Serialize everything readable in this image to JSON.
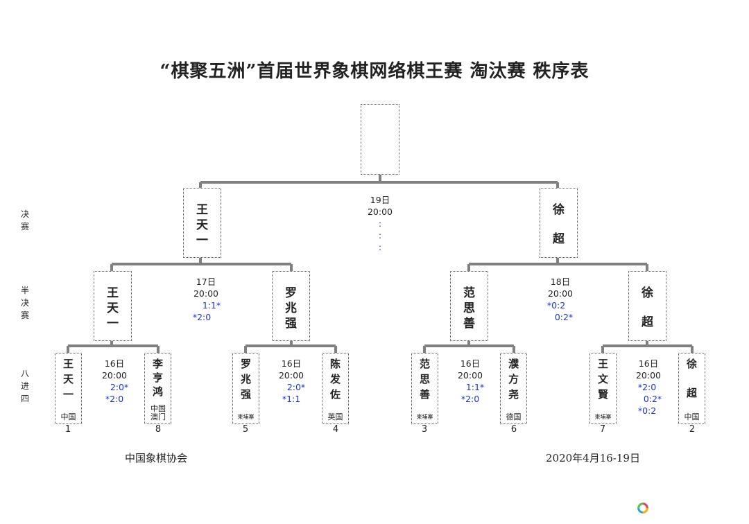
{
  "title": "“棋聚五洲”首届世界象棋网络棋王赛 淘汰赛 秩序表",
  "rounds": {
    "final": [
      "决",
      "赛"
    ],
    "semifinal": [
      "半",
      "决",
      "赛"
    ],
    "quarterfinal": [
      "八",
      "进",
      "四"
    ]
  },
  "champion": {
    "name": ""
  },
  "final": {
    "left": {
      "chars": [
        "王",
        "天",
        "一"
      ]
    },
    "right": {
      "chars": [
        "徐",
        "超"
      ]
    },
    "date": "19日",
    "time": "20:00",
    "scores": [
      ":",
      ":",
      ":"
    ]
  },
  "semifinals": [
    {
      "top": {
        "chars": [
          "王",
          "天",
          "一"
        ]
      },
      "bottom": {
        "chars": [
          "罗",
          "兆",
          "强"
        ]
      },
      "date": "17日",
      "time": "20:00",
      "scores": [
        "1:1*",
        "*2:0"
      ]
    },
    {
      "top": {
        "chars": [
          "范",
          "思",
          "善"
        ]
      },
      "bottom": {
        "chars": [
          "徐",
          "超"
        ]
      },
      "date": "18日",
      "time": "20:00",
      "scores": [
        "*0:2",
        "0:2*"
      ]
    }
  ],
  "quarterfinals": [
    {
      "date": "16日",
      "time": "20:00",
      "scores": [
        "2:0*",
        "*2:0"
      ],
      "a": {
        "chars": [
          "王",
          "天",
          "一"
        ],
        "nation": "中国",
        "seed": "1"
      },
      "b": {
        "chars": [
          "李",
          "亨",
          "鸿"
        ],
        "nation": "中国澳门",
        "seed": "8"
      }
    },
    {
      "date": "16日",
      "time": "20:00",
      "scores": [
        "2:0*",
        "*1:1"
      ],
      "a": {
        "chars": [
          "罗",
          "兆",
          "强"
        ],
        "nation": "柬埔寨",
        "seed": "5"
      },
      "b": {
        "chars": [
          "陈",
          "发",
          "佐"
        ],
        "nation": "英国",
        "seed": "4"
      }
    },
    {
      "date": "16日",
      "time": "20:00",
      "scores": [
        "1:1*",
        "*2:0"
      ],
      "a": {
        "chars": [
          "范",
          "思",
          "善"
        ],
        "nation": "柬埔寨",
        "seed": "3"
      },
      "b": {
        "chars": [
          "濮",
          "方",
          "尧"
        ],
        "nation": "德国",
        "seed": "6"
      }
    },
    {
      "date": "16日",
      "time": "20:00",
      "scores": [
        "*2:0",
        "0:2*",
        "*0:2"
      ],
      "a": {
        "chars": [
          "王",
          "文",
          "賢"
        ],
        "nation": "柬埔寨",
        "seed": "7"
      },
      "b": {
        "chars": [
          "徐",
          "超"
        ],
        "nation": "中国",
        "seed": "2"
      }
    }
  ],
  "footer": {
    "organizer": "中国象棋协会",
    "dates": "2020年4月16-19日"
  },
  "colors": {
    "line": "#808080",
    "score": "#1a33dd"
  }
}
